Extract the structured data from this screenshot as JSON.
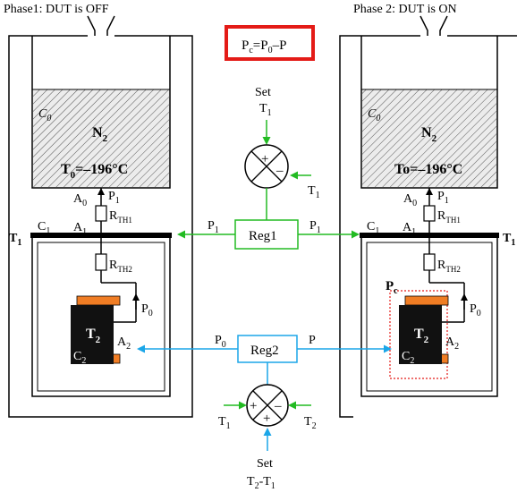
{
  "phases": {
    "left_title": "Phase1: DUT is OFF",
    "right_title": "Phase 2: DUT is ON"
  },
  "formula": {
    "pc": "P",
    "pc_sub": "c",
    "eq": "=P",
    "p0_sub": "0",
    "tail": "–P",
    "border_color": "#e41b17"
  },
  "left": {
    "c0": "C",
    "c0_sub": "0",
    "n2": "N",
    "n2_sub": "2",
    "temp": "T",
    "temp_sub": "0",
    "temp_val": "=–196°C",
    "a0": "A",
    "a0_sub": "0",
    "p1": "P",
    "p1_sub": "1",
    "rth1": "R",
    "rth1_sub": "TH1",
    "c1": "C",
    "c1_sub": "1",
    "a1": "A",
    "a1_sub": "1",
    "t1": "T",
    "t1_sub": "1",
    "rth2": "R",
    "rth2_sub": "TH2",
    "p0": "P",
    "p0_sub": "0",
    "t2": "T",
    "t2_sub": "2",
    "a2": "A",
    "a2_sub": "2",
    "c2": "C",
    "c2_sub": "2"
  },
  "right": {
    "c0": "C",
    "c0_sub": "0",
    "n2": "N",
    "n2_sub": "2",
    "temp": "To=–196°C",
    "a0": "A",
    "a0_sub": "0",
    "p1": "P",
    "p1_sub": "1",
    "rth1": "R",
    "rth1_sub": "TH1",
    "c1": "C",
    "c1_sub": "1",
    "a1": "A",
    "a1_sub": "1",
    "t1": "T",
    "t1_sub": "1",
    "rth2": "R",
    "rth2_sub": "TH2",
    "pc": "P",
    "pc_sub": "c",
    "p0": "P",
    "p0_sub": "0",
    "t2": "T",
    "t2_sub": "2",
    "a2": "A",
    "a2_sub": "2",
    "c2": "C",
    "c2_sub": "2"
  },
  "center": {
    "set_top": "Set",
    "t1_top": "T",
    "t1_top_sub": "1",
    "t1_right": "T",
    "t1_right_sub": "1",
    "reg1": "Reg1",
    "p1_left": "P",
    "p1_left_sub": "1",
    "p1_right": "P",
    "p1_right_sub": "1",
    "reg2": "Reg2",
    "p0_left": "P",
    "p0_left_sub": "0",
    "p_right": "P",
    "t1_bottom": "T",
    "t1_bottom_sub": "1",
    "t2_bottom": "T",
    "t2_bottom_sub": "2",
    "set_bottom": "Set",
    "t2t1": "T",
    "t2t1_sub": "2",
    "t2t1_tail": "-T",
    "t2t1_tail_sub": "1",
    "plus": "+",
    "minus": "–"
  },
  "colors": {
    "green": "#22bb22",
    "cyan": "#1ba6e8",
    "orange": "#f07d24",
    "device": "#111111",
    "red": "#e41b17"
  }
}
